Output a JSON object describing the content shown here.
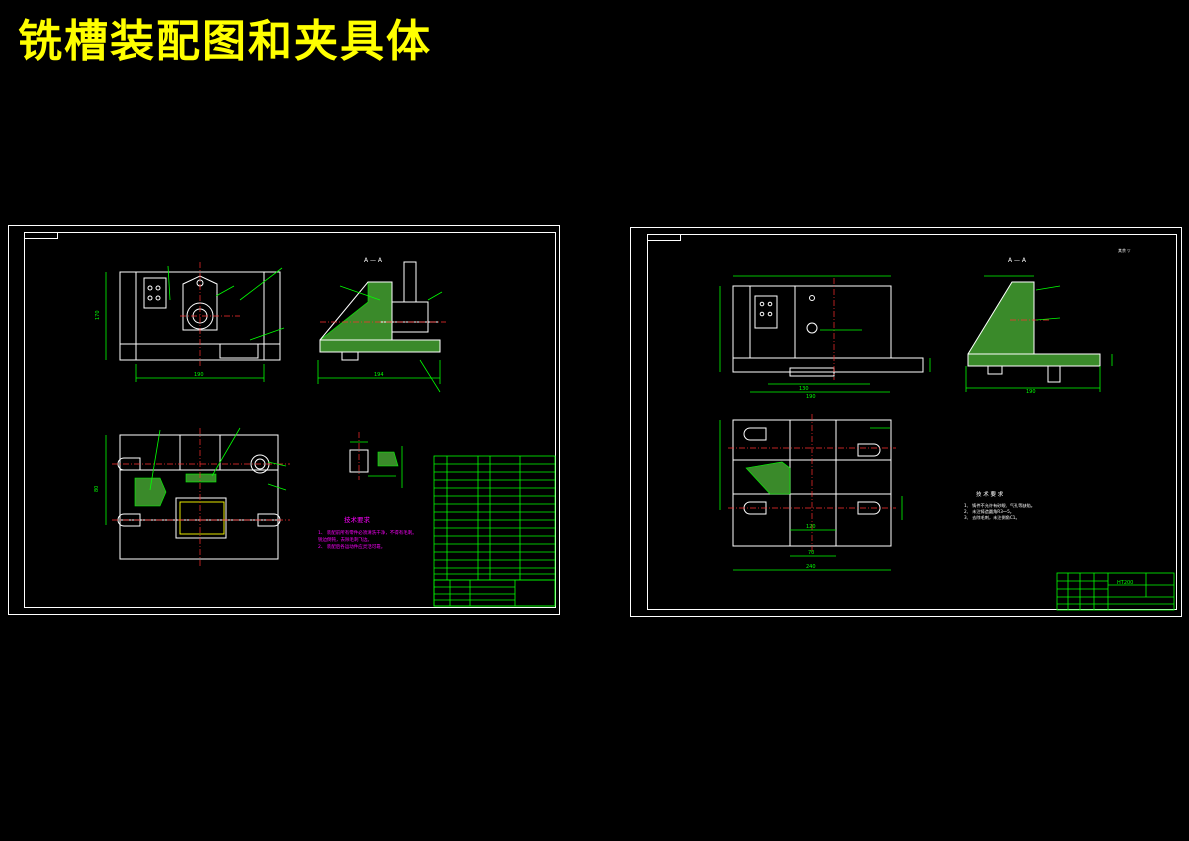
{
  "title": "铣槽装配图和夹具体",
  "sheet_assembly": {
    "section_label": "A — A",
    "tech_req_title": "技术要求",
    "tech_req_lines": [
      "1、   装配前所有零件必须清洗干净，不得有毛刺。",
      "       锐边倒钝，去除毛刺飞边。",
      "2、   装配后各运动件应灵活可靠。"
    ],
    "dimensions": [
      "190",
      "194",
      "80",
      "170"
    ]
  },
  "sheet_body": {
    "section_label": "A — A",
    "tech_req_title": "技 术 要 求",
    "tech_req_lines": [
      "1、  铸件不允许有砂眼、气孔等缺陷。",
      "2、  未注铸造圆角R3～5。",
      "3、  去除毛刺，未注倒角C1。"
    ],
    "material": "HT200",
    "dimensions": [
      "130",
      "190",
      "120",
      "70",
      "240",
      "190"
    ]
  },
  "colors": {
    "background": "#000000",
    "title": "#ffff00",
    "outline": "#ffffff",
    "dimension": "#00ff00",
    "centerline": "#ff3030",
    "notes": "#ff00ff"
  }
}
